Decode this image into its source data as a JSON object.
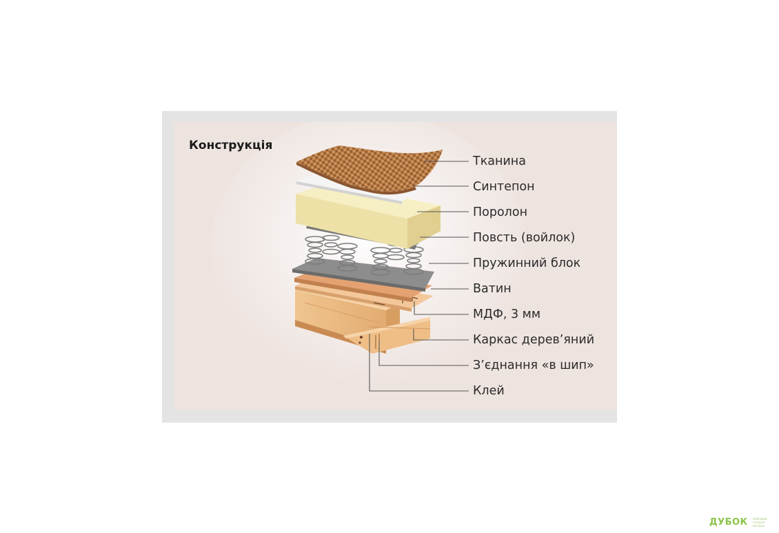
{
  "title": "Конструкція",
  "layers": [
    {
      "id": "fabric",
      "label": "Тканина"
    },
    {
      "id": "sintepon",
      "label": "Синтепон"
    },
    {
      "id": "foam",
      "label": "Поролон"
    },
    {
      "id": "felt",
      "label": "Повсть (войлок)"
    },
    {
      "id": "springs",
      "label": "Пружинний блок"
    },
    {
      "id": "batting",
      "label": "Ватин"
    },
    {
      "id": "mdf",
      "label": "МДФ, 3 мм"
    },
    {
      "id": "frame",
      "label": "Каркас дерев’яний"
    },
    {
      "id": "joint",
      "label": "З’єднання «в шип»"
    },
    {
      "id": "glue",
      "label": "Клей"
    }
  ],
  "watermark": {
    "brand": "ДУБОК",
    "tagline": "меблевий інтернет магазин"
  },
  "colors": {
    "panel": "#ede3df",
    "frame": "#e4e4e4",
    "fabric": "#b87a45",
    "foam": "#efe6b0",
    "felt": "#8a8a8a",
    "batting": "#d99a6e",
    "wood": "#e8b57f",
    "leader": "#555555",
    "watermark": "#8bc34a"
  }
}
